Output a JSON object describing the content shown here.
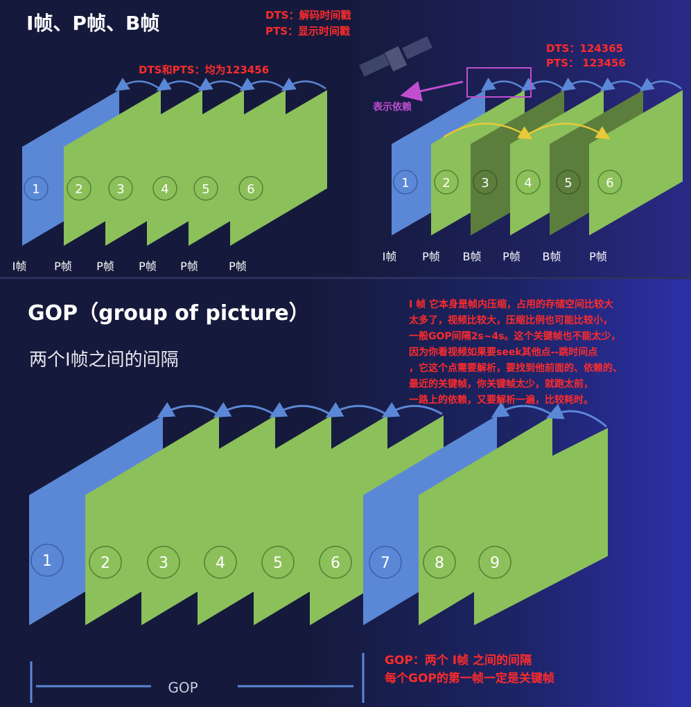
{
  "top_left": {
    "title": "I帧、P帧、B帧",
    "dts_pts_note": "DTS和PTS：均为123456",
    "frames": [
      {
        "num": "1",
        "label": "I帧"
      },
      {
        "num": "2",
        "label": "P帧"
      },
      {
        "num": "3",
        "label": "P帧"
      },
      {
        "num": "4",
        "label": "P帧"
      },
      {
        "num": "5",
        "label": "P帧"
      },
      {
        "num": "6",
        "label": "P帧"
      }
    ]
  },
  "top_right": {
    "legend_dts": "DTS：解码时间戳",
    "legend_pts": "PTS：显示时间戳",
    "dts_value": "DTS：124365",
    "pts_value": "PTS： 123456",
    "dependency_label": "表示依赖",
    "frames": [
      {
        "num": "1",
        "label": "I帧"
      },
      {
        "num": "2",
        "label": "P帧"
      },
      {
        "num": "3",
        "label": "B帧"
      },
      {
        "num": "4",
        "label": "P帧"
      },
      {
        "num": "5",
        "label": "B帧"
      },
      {
        "num": "6",
        "label": "P帧"
      }
    ]
  },
  "bottom": {
    "title": "GOP（group of picture）",
    "subtitle": "两个I帧之间的间隔",
    "note_lines": [
      "I 帧 它本身是帧内压缩，占用的存储空间比较大",
      "太多了，视频比较大，压缩比例也可能比较小，",
      "一般GOP间隔2s~4s。这个关键帧也不能太少，",
      "因为你看视频如果要seek其他点--跳时间点",
      "，它这个点需要解析，要找到他前面的、依赖的、",
      "最近的关键帧，你关键帧太少，就跑太前，",
      "一路上的依赖，又要解析一遍，比较耗时。"
    ],
    "frames": [
      "1",
      "2",
      "3",
      "4",
      "5",
      "6",
      "7",
      "8",
      "9"
    ],
    "gop_label": "GOP",
    "gop_note_1": "GOP：两个 I帧 之间的间隔",
    "gop_note_2": "每个GOP的第一帧一定是关键帧"
  },
  "colors": {
    "i_frame": "#5b88d6",
    "p_frame": "#8cc05a",
    "b_frame": "#5c7e3c",
    "arrow": "#5b88d6",
    "b_arrow": "#e8c93a",
    "note": "#ff2b2b",
    "dependency": "#c24ecf"
  }
}
